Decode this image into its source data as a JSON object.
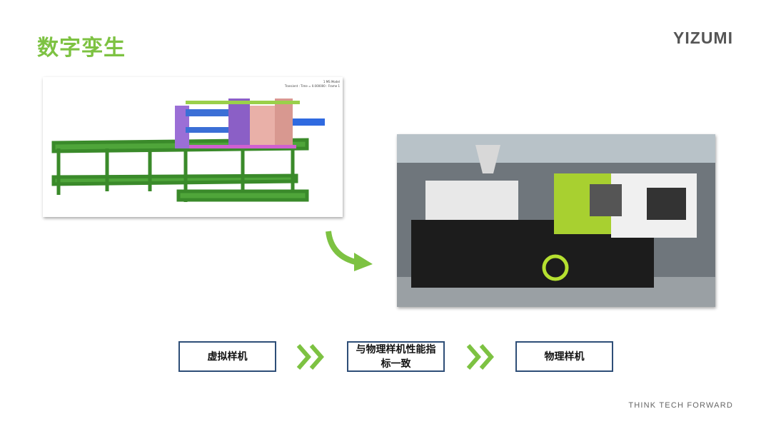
{
  "slide": {
    "title": "数字孪生",
    "logo": "YIZUMI",
    "tagline": "THINK TECH FORWARD"
  },
  "cad_render": {
    "caption_line1": "1 MS Model",
    "caption_line2": "Transient : Time = 0.000000 : Frame 1"
  },
  "flow": [
    {
      "label": "虚拟样机"
    },
    {
      "label": "与物理样机性能指标一致"
    },
    {
      "label": "物理样机"
    }
  ],
  "colors": {
    "accent": "#7dc242",
    "box_border": "#2e4e77"
  }
}
